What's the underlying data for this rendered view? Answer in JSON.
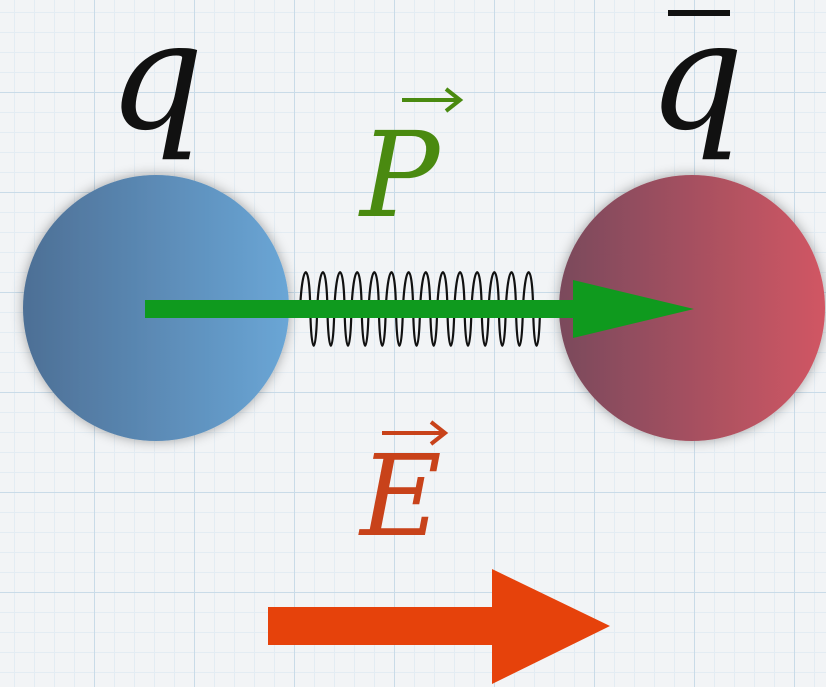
{
  "labels": {
    "quark": "q",
    "antiquark": "q",
    "polarization": "P",
    "field": "E"
  },
  "colors": {
    "quark_ball": "#5b8fbd",
    "antiquark_ball": "#b04a5e",
    "polarization_arrow": "#0f9a1e",
    "polarization_label": "#4a8a10",
    "field_arrow": "#e6420b",
    "field_label": "#c8421a",
    "spring": "#111111",
    "text": "#111111"
  }
}
